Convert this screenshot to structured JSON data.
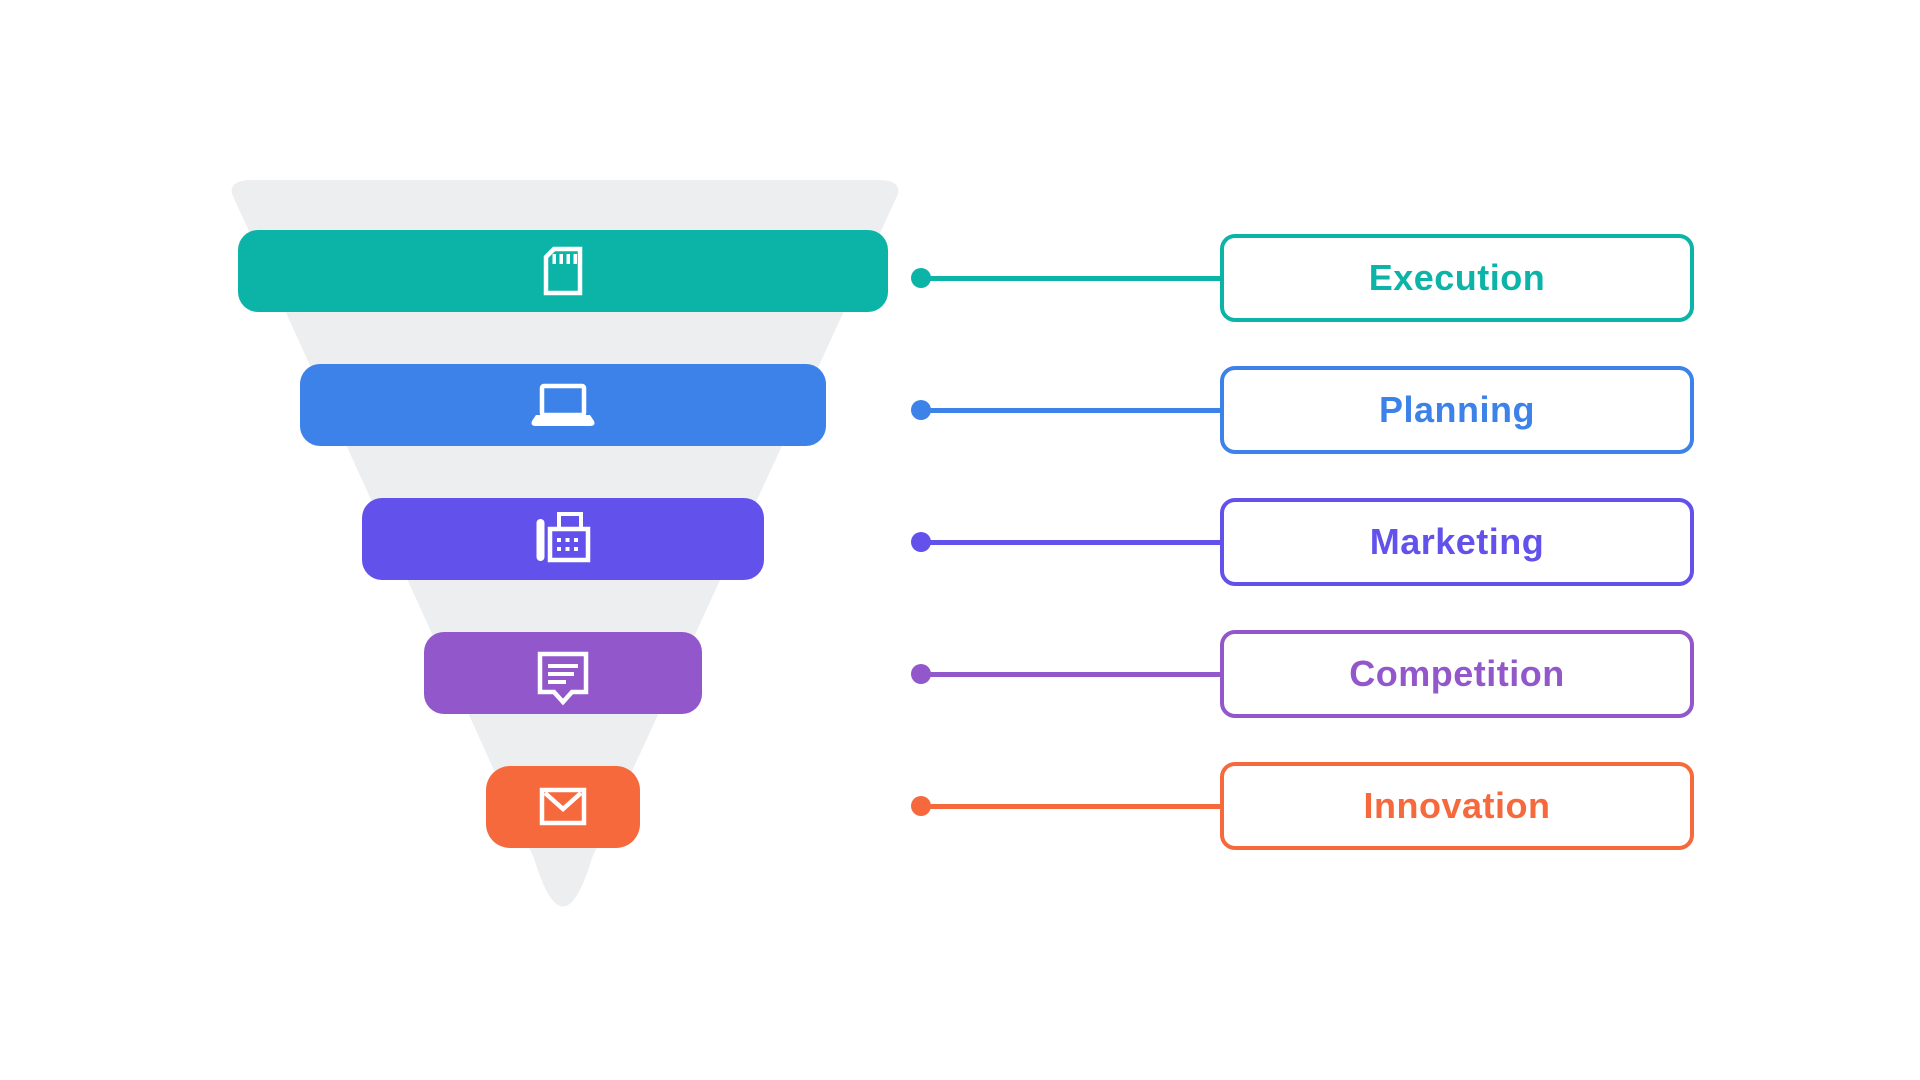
{
  "colors": {
    "background": "#ffffff",
    "funnel_gray": "#edeef0",
    "icon_white": "#ffffff"
  },
  "stages": [
    {
      "label": "Execution",
      "color": "#0cb4a8",
      "icon": "memory-card-icon"
    },
    {
      "label": "Planning",
      "color": "#3c82e9",
      "icon": "laptop-icon"
    },
    {
      "label": "Marketing",
      "color": "#6252eb",
      "icon": "fax-machine-icon"
    },
    {
      "label": "Competition",
      "color": "#9257ca",
      "icon": "chat-bubble-icon"
    },
    {
      "label": "Innovation",
      "color": "#f6693c",
      "icon": "envelope-icon"
    }
  ]
}
